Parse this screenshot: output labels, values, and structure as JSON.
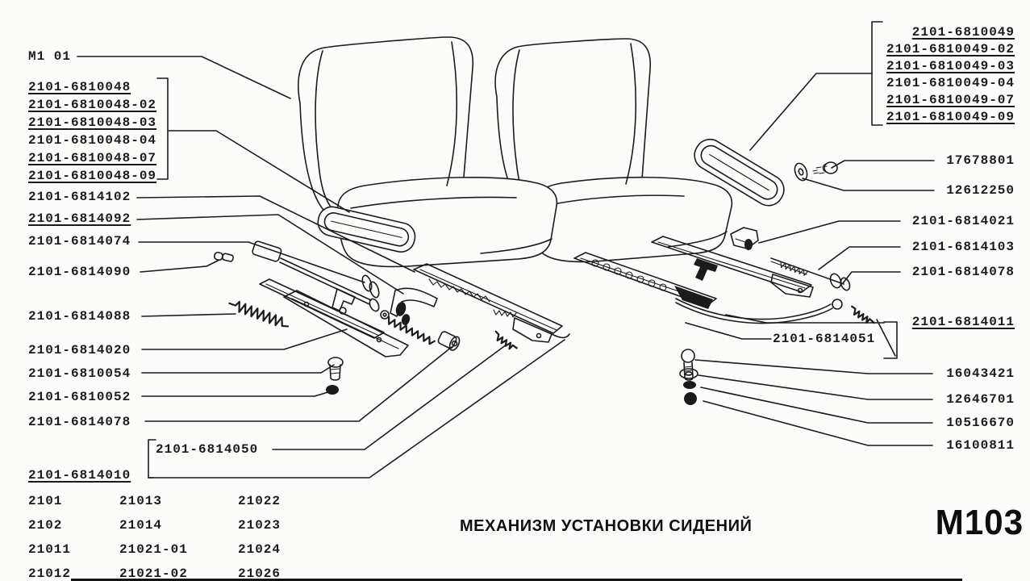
{
  "page": {
    "model_ref": "M1 01",
    "caption": "МЕХАНИЗМ УСТАНОВКИ СИДЕНИЙ",
    "page_code": "М103",
    "ink_color": "#1b1b1b",
    "paper_color": "#fbfbf9"
  },
  "left_labels": {
    "group_6810048": [
      "2101-6810048",
      "2101-6810048-02",
      "2101-6810048-03",
      "2101-6810048-04",
      "2101-6810048-07",
      "2101-6810048-09"
    ],
    "items": [
      "2101-6814102",
      "2101-6814092",
      "2101-6814074",
      "2101-6814090",
      "2101-6814088",
      "2101-6814020",
      "2101-6810054",
      "2101-6810052",
      "2101-6814078"
    ],
    "boxed_item": "2101-6814050",
    "bottom_item": "2101-6814010"
  },
  "right_labels": {
    "group_6810049": [
      "2101-6810049",
      "2101-6810049-02",
      "2101-6810049-03",
      "2101-6810049-04",
      "2101-6810049-07",
      "2101-6810049-09"
    ],
    "upper_items": [
      "17678801",
      "12612250",
      "2101-6814021",
      "2101-6814103",
      "2101-6814078"
    ],
    "mid_item": "2101-6814011",
    "boxed_item": "2101-6814051",
    "fastener_items": [
      "16043421",
      "12646701",
      "10516670",
      "16100811"
    ]
  },
  "applicability_table": {
    "rows": [
      [
        "2101",
        "21013",
        "21022"
      ],
      [
        "2102",
        "21014",
        "21023"
      ],
      [
        "21011",
        "21021-01",
        "21024"
      ],
      [
        "21012",
        "21021-02",
        "21026"
      ]
    ]
  }
}
